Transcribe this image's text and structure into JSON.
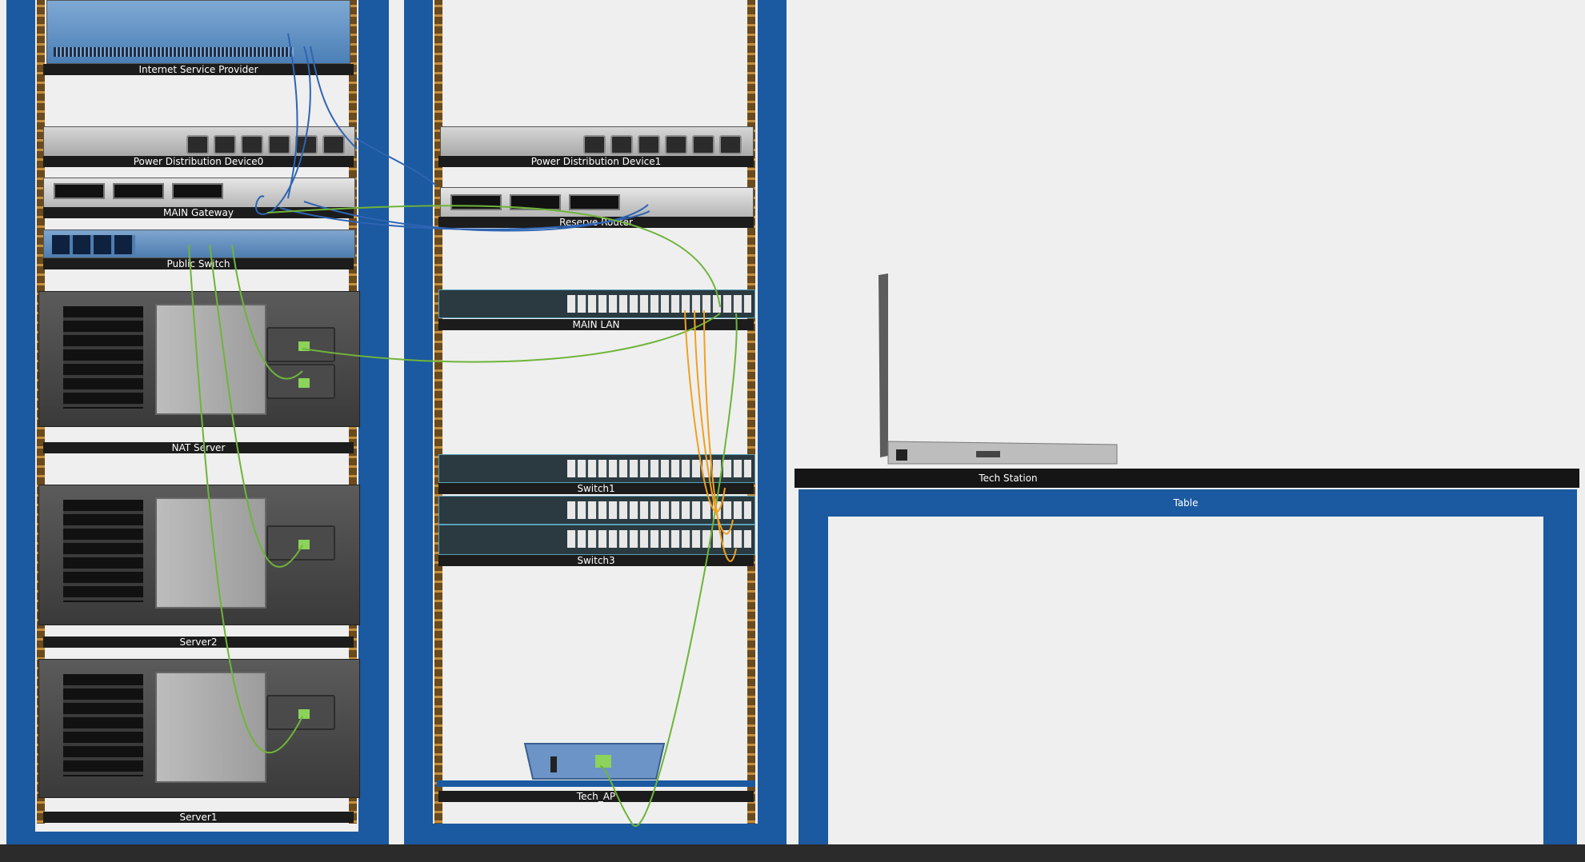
{
  "racks": {
    "rack1": {
      "devices": [
        {
          "label": "Internet Service Provider"
        },
        {
          "label": "Power Distribution Device0"
        },
        {
          "label": "MAIN Gateway"
        },
        {
          "label": "Public Switch"
        },
        {
          "label": "NAT Server"
        },
        {
          "label": "Server2"
        },
        {
          "label": "Server1"
        }
      ]
    },
    "rack2": {
      "devices": [
        {
          "label": "Power Distribution Device1"
        },
        {
          "label": "Reserve Router"
        },
        {
          "label": "MAIN LAN"
        },
        {
          "label": "Switch1"
        },
        {
          "label": "Switch3"
        },
        {
          "label": "Tech_AP"
        }
      ]
    }
  },
  "desk": {
    "station_label": "Tech Station",
    "table_label": "Table"
  },
  "colors": {
    "rack_frame": "#1b59a0",
    "background": "#efefef",
    "copper_cable": "#6fb43a",
    "fiber_cable": "#f0a020",
    "serial_cable": "#2e64b3"
  }
}
